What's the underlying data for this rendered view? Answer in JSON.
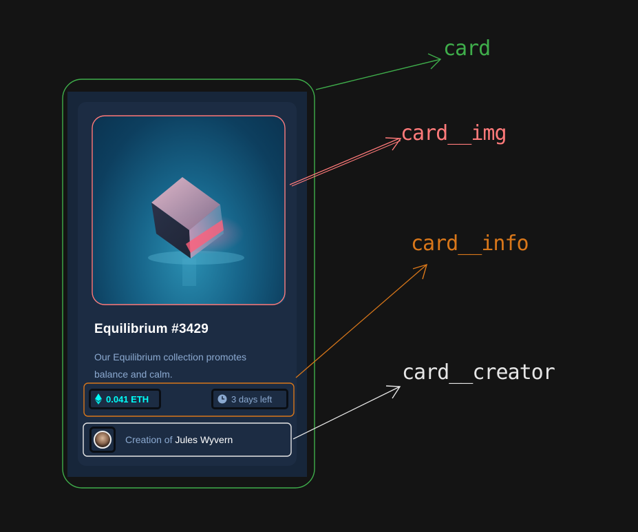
{
  "card": {
    "title": "Equilibrium #3429",
    "description": "Our Equilibrium collection promotes balance and calm.",
    "price": "0.041 ETH",
    "time_left": "3 days left",
    "creator_prefix": "Creation of",
    "creator_name": "Jules Wyvern",
    "icons": {
      "price": "ethereum-icon",
      "time": "clock-icon",
      "avatar": "avatar"
    }
  },
  "annotations": [
    {
      "label": "card",
      "color": "#3fae4b"
    },
    {
      "label": "card__img",
      "color": "#ff7a7a"
    },
    {
      "label": "card__info",
      "color": "#d9771a"
    },
    {
      "label": "card__creator",
      "color": "#e6e6e6"
    }
  ],
  "colors": {
    "background": "#141414",
    "card_background": "#1c2c43",
    "accent_cyan": "#00fff8",
    "muted_text": "#8ba9d0"
  }
}
